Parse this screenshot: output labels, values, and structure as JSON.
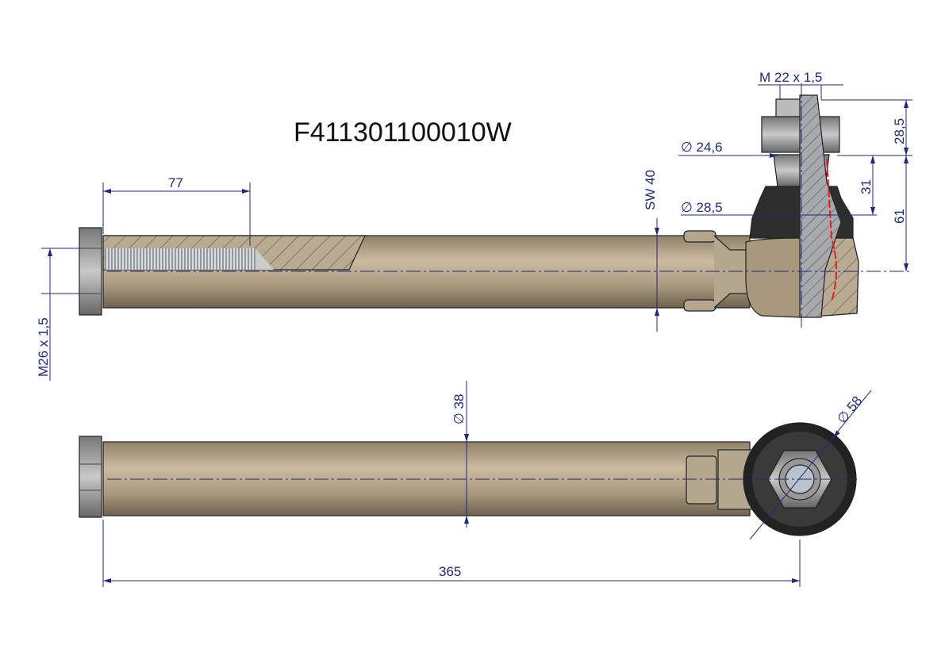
{
  "title": "F411301100010W",
  "colors": {
    "dimension": "#1f2a78",
    "body": "#b5a68e",
    "nut": "#9a9a9a",
    "boot": "#2a2a2a",
    "grease_line": "#e02020"
  },
  "dimensions": {
    "thread_length": "77",
    "thread_left": "M26  x 1,5",
    "wrench_size": "SW  40",
    "stud_thread": "M  22  x 1,5",
    "stud_dia_small": "∅  24,6",
    "stud_dia_large": "∅  28,5",
    "stud_top": "28,5",
    "stud_mid": "31",
    "stud_height": "61",
    "rod_dia": "∅  38",
    "eye_dia": "∅  58",
    "total_length": "365"
  }
}
